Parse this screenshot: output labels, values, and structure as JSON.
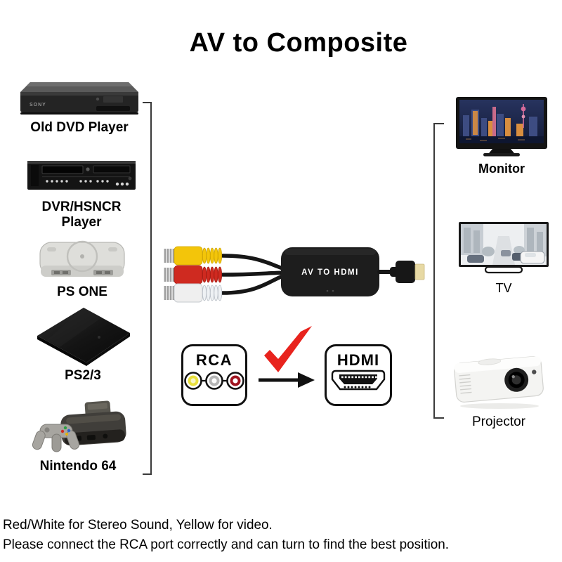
{
  "title": "AV to Composite",
  "sources": {
    "items": [
      {
        "name": "old-dvd-player",
        "label": "Old DVD Player"
      },
      {
        "name": "dvr-hsncr-player",
        "label": "DVR/HSNCR Player"
      },
      {
        "name": "ps-one",
        "label": "PS ONE"
      },
      {
        "name": "ps2-3",
        "label": "PS2/3"
      },
      {
        "name": "nintendo-64",
        "label": "Nintendo 64"
      }
    ]
  },
  "converter": {
    "label": "AV TO HDMI"
  },
  "ports": {
    "rca_label": "RCA",
    "hdmi_label": "HDMI"
  },
  "outputs": {
    "items": [
      {
        "name": "monitor",
        "label": "Monitor"
      },
      {
        "name": "tv",
        "label": "TV"
      },
      {
        "name": "projector",
        "label": "Projector"
      }
    ]
  },
  "footer": {
    "line1": "Red/White for Stereo Sound, Yellow for video.",
    "line2": "Please connect the RCA port correctly and can turn to find the best position."
  },
  "colors": {
    "rca_yellow": "#f3c50a",
    "rca_red": "#cf2a20",
    "rca_white": "#efefef",
    "check_red": "#e8231d",
    "hdmi_gold": "#e7d9a4",
    "cable_black": "#161616"
  }
}
